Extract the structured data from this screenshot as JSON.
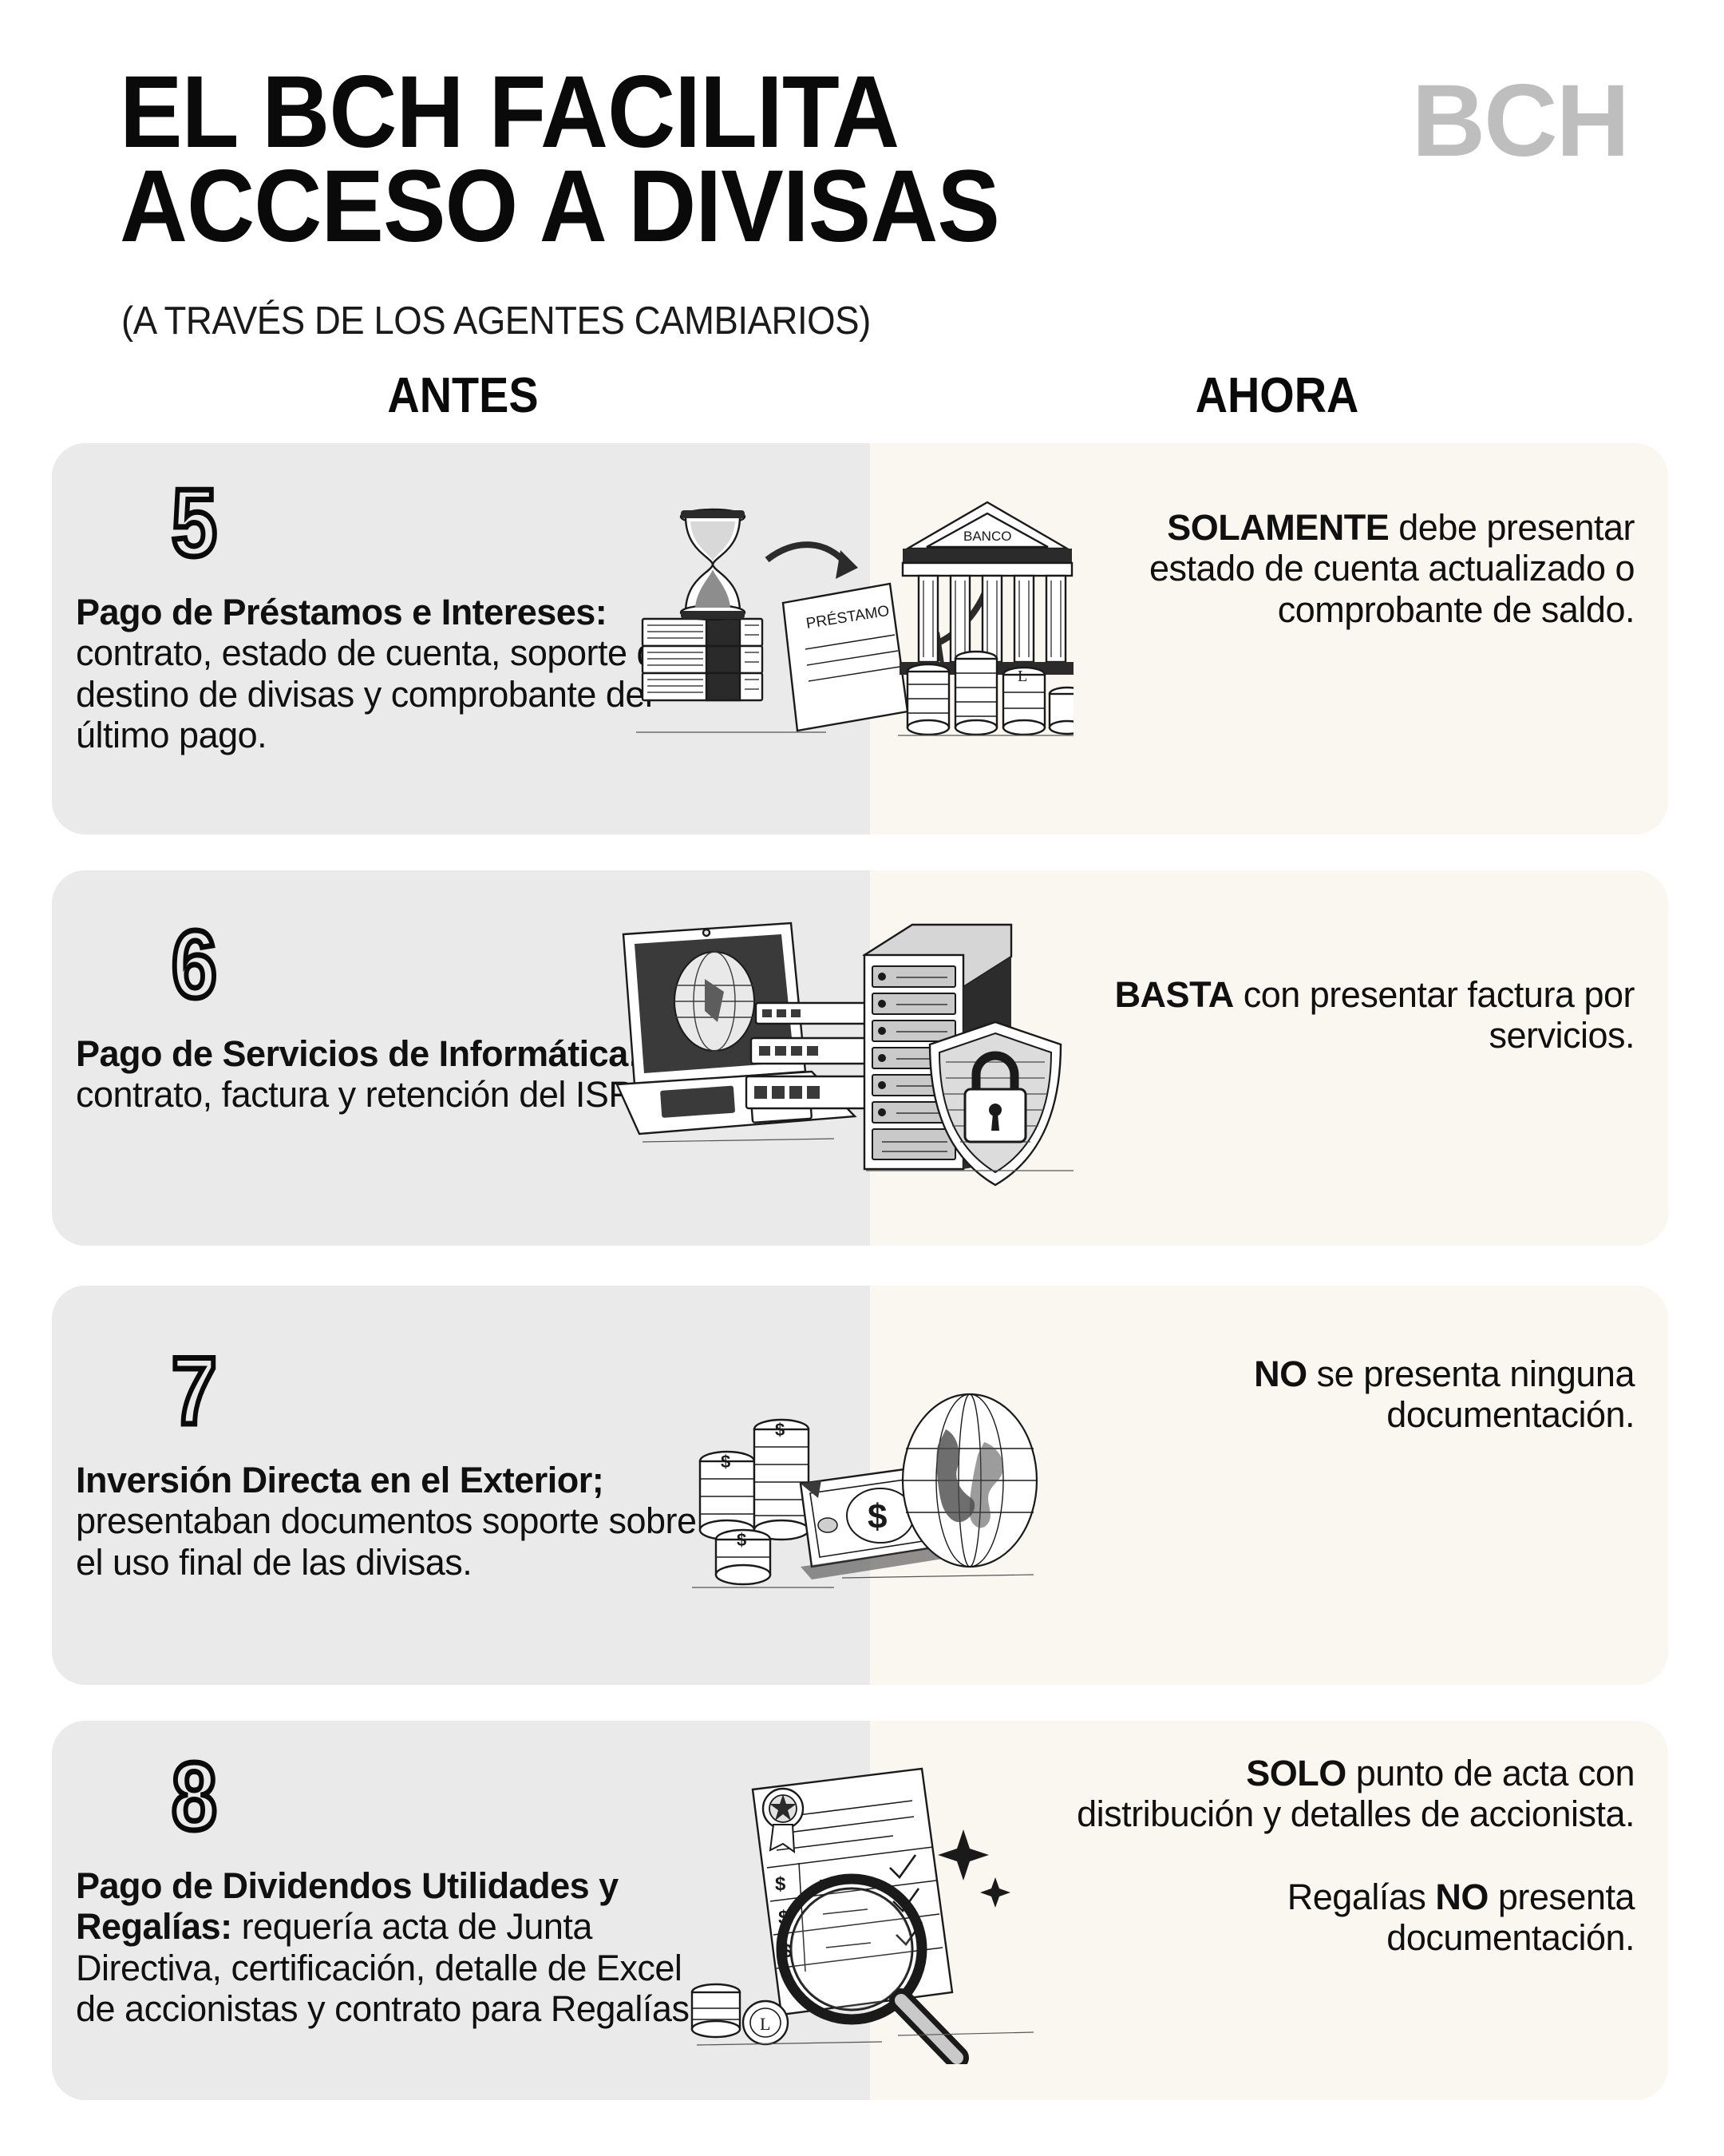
{
  "header": {
    "title_line1": "EL BCH FACILITA",
    "title_line2": "ACCESO A DIVISAS",
    "subtitle": "(A TRAVÉS DE LOS AGENTES CAMBIARIOS)",
    "brand": "BCH",
    "column_before": "ANTES",
    "column_after": "AHORA"
  },
  "colors": {
    "before_panel": "#eaeaea",
    "after_panel": "#faf7f1",
    "page_background": "#ffffff",
    "brand_gray": "#bebebe",
    "text": "#101010"
  },
  "cards": [
    {
      "number": "5",
      "before_title": "Pago de Préstamos e Intereses:",
      "before_rest": " contrato, estado de cuenta, soporte del destino de divisas y comprobante del último pago.",
      "after_lead": "SOLAMENTE",
      "after_rest": " debe presentar estado de cuenta actualizado o comprobante de saldo.",
      "after_p2_pre": "",
      "after_p2_bold": "",
      "after_p2_post": "",
      "illustration": "hourglass-cash-bank-loan-illustration",
      "illustration_label_loan": "PRÉSTAMO",
      "illustration_label_bank": "BANCO"
    },
    {
      "number": "6",
      "before_title": "Pago de Servicios de Informática:",
      "before_rest": " contrato, factura y retención del ISR.",
      "after_lead": "BASTA",
      "after_rest": " con presentar factura por servicios.",
      "after_p2_pre": "",
      "after_p2_bold": "",
      "after_p2_post": "",
      "illustration": "laptop-server-shield-lock-illustration",
      "illustration_label_loan": "",
      "illustration_label_bank": ""
    },
    {
      "number": "7",
      "before_title": "Inversión Directa en el Exterior;",
      "before_rest": " presentaban documentos soporte sobre el uso final de las divisas.",
      "after_lead": "NO",
      "after_rest": " se presenta ninguna documentación.",
      "after_p2_pre": "",
      "after_p2_bold": "",
      "after_p2_post": "",
      "illustration": "coins-banknote-globe-illustration",
      "illustration_label_loan": "",
      "illustration_label_bank": ""
    },
    {
      "number": "8",
      "before_title": "Pago de Dividendos Utilidades y Regalías:",
      "before_rest": " requería acta de Junta Directiva, certificación, detalle de Excel de accionistas y contrato para Regalías.",
      "after_lead": "SOLO",
      "after_rest": " punto de acta con distribución y detalles de accionista.",
      "after_p2_pre": "Regalías ",
      "after_p2_bold": "NO",
      "after_p2_post": " presenta documentación.",
      "illustration": "certificate-magnifier-coins-illustration",
      "illustration_label_loan": "",
      "illustration_label_bank": ""
    }
  ]
}
